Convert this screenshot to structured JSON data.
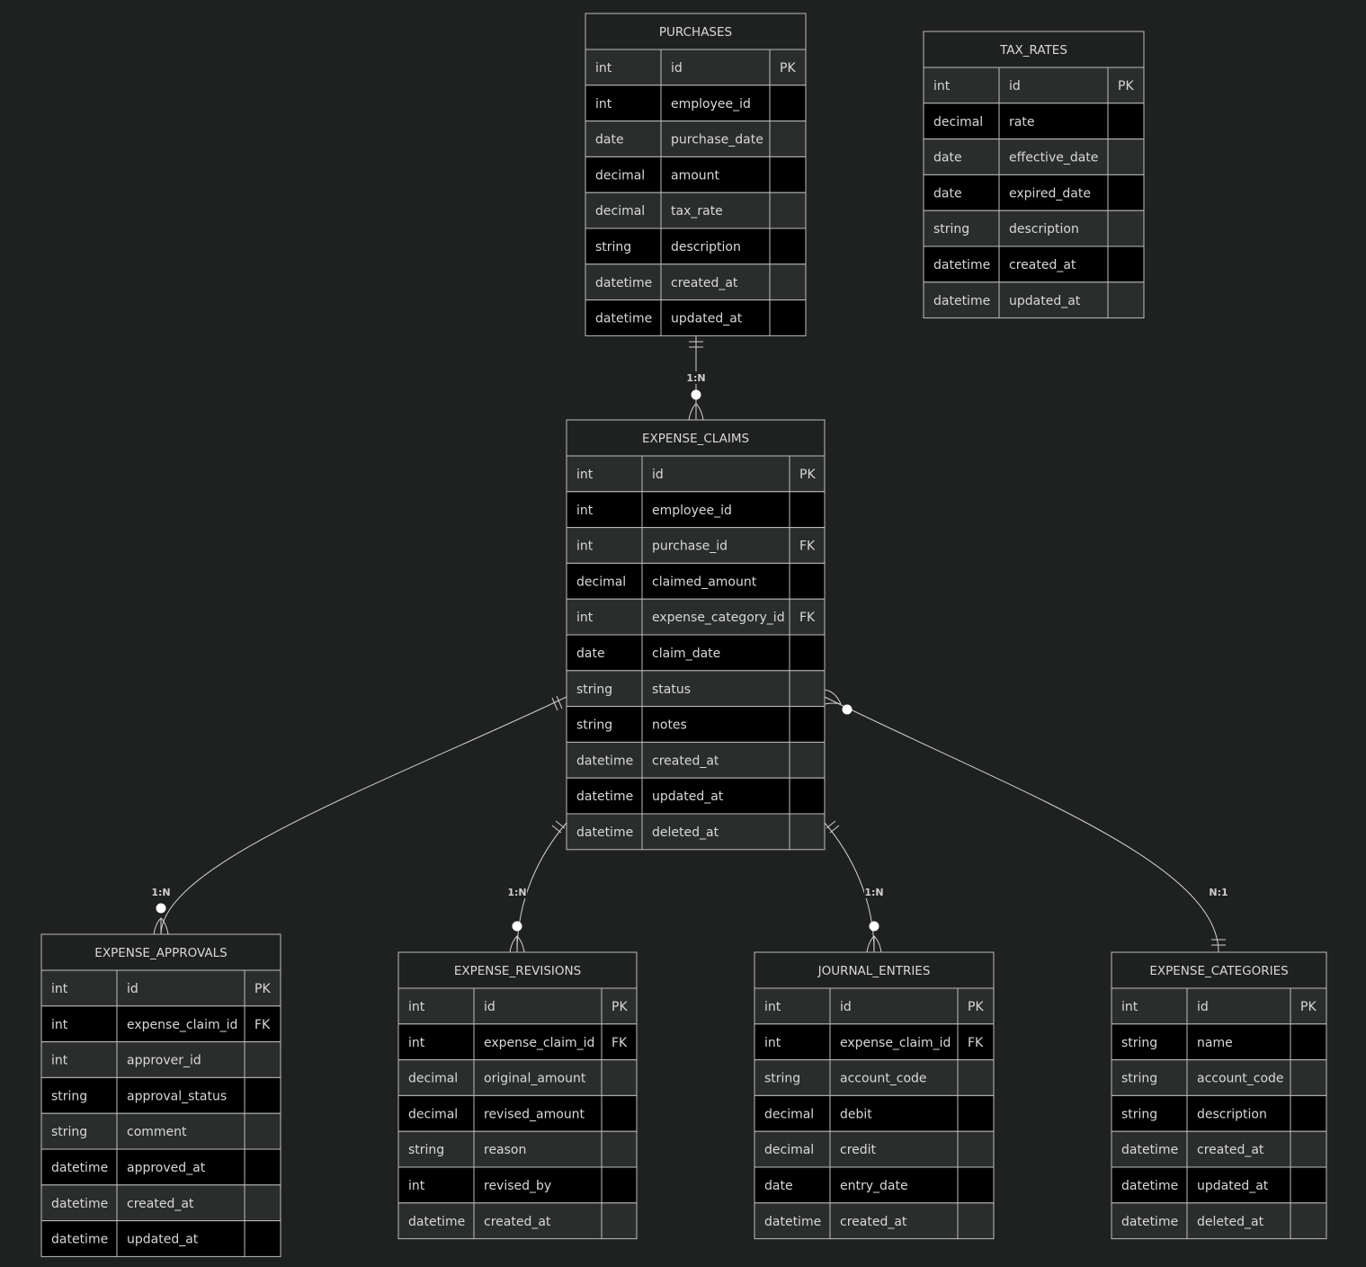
{
  "colors": {
    "background": "#1f2020",
    "row_odd": "#2b2d2d",
    "row_even": "#000000",
    "border": "#bdbdbd",
    "text": "#d8d8d8",
    "line": "#d0d0d0"
  },
  "entities": [
    {
      "name": "PURCHASES",
      "rows": [
        [
          "int",
          "id",
          "PK"
        ],
        [
          "int",
          "employee_id",
          ""
        ],
        [
          "date",
          "purchase_date",
          ""
        ],
        [
          "decimal",
          "amount",
          ""
        ],
        [
          "decimal",
          "tax_rate",
          ""
        ],
        [
          "string",
          "description",
          ""
        ],
        [
          "datetime",
          "created_at",
          ""
        ],
        [
          "datetime",
          "updated_at",
          ""
        ]
      ]
    },
    {
      "name": "TAX_RATES",
      "rows": [
        [
          "int",
          "id",
          "PK"
        ],
        [
          "decimal",
          "rate",
          ""
        ],
        [
          "date",
          "effective_date",
          ""
        ],
        [
          "date",
          "expired_date",
          ""
        ],
        [
          "string",
          "description",
          ""
        ],
        [
          "datetime",
          "created_at",
          ""
        ],
        [
          "datetime",
          "updated_at",
          ""
        ]
      ]
    },
    {
      "name": "EXPENSE_CLAIMS",
      "rows": [
        [
          "int",
          "id",
          "PK"
        ],
        [
          "int",
          "employee_id",
          ""
        ],
        [
          "int",
          "purchase_id",
          "FK"
        ],
        [
          "decimal",
          "claimed_amount",
          ""
        ],
        [
          "int",
          "expense_category_id",
          "FK"
        ],
        [
          "date",
          "claim_date",
          ""
        ],
        [
          "string",
          "status",
          ""
        ],
        [
          "string",
          "notes",
          ""
        ],
        [
          "datetime",
          "created_at",
          ""
        ],
        [
          "datetime",
          "updated_at",
          ""
        ],
        [
          "datetime",
          "deleted_at",
          ""
        ]
      ]
    },
    {
      "name": "EXPENSE_APPROVALS",
      "rows": [
        [
          "int",
          "id",
          "PK"
        ],
        [
          "int",
          "expense_claim_id",
          "FK"
        ],
        [
          "int",
          "approver_id",
          ""
        ],
        [
          "string",
          "approval_status",
          ""
        ],
        [
          "string",
          "comment",
          ""
        ],
        [
          "datetime",
          "approved_at",
          ""
        ],
        [
          "datetime",
          "created_at",
          ""
        ],
        [
          "datetime",
          "updated_at",
          ""
        ]
      ]
    },
    {
      "name": "EXPENSE_REVISIONS",
      "rows": [
        [
          "int",
          "id",
          "PK"
        ],
        [
          "int",
          "expense_claim_id",
          "FK"
        ],
        [
          "decimal",
          "original_amount",
          ""
        ],
        [
          "decimal",
          "revised_amount",
          ""
        ],
        [
          "string",
          "reason",
          ""
        ],
        [
          "int",
          "revised_by",
          ""
        ],
        [
          "datetime",
          "created_at",
          ""
        ]
      ]
    },
    {
      "name": "JOURNAL_ENTRIES",
      "rows": [
        [
          "int",
          "id",
          "PK"
        ],
        [
          "int",
          "expense_claim_id",
          "FK"
        ],
        [
          "string",
          "account_code",
          ""
        ],
        [
          "decimal",
          "debit",
          ""
        ],
        [
          "decimal",
          "credit",
          ""
        ],
        [
          "date",
          "entry_date",
          ""
        ],
        [
          "datetime",
          "created_at",
          ""
        ]
      ]
    },
    {
      "name": "EXPENSE_CATEGORIES",
      "rows": [
        [
          "int",
          "id",
          "PK"
        ],
        [
          "string",
          "name",
          ""
        ],
        [
          "string",
          "account_code",
          ""
        ],
        [
          "string",
          "description",
          ""
        ],
        [
          "datetime",
          "created_at",
          ""
        ],
        [
          "datetime",
          "updated_at",
          ""
        ],
        [
          "datetime",
          "deleted_at",
          ""
        ]
      ]
    }
  ],
  "relationships": [
    {
      "from": "PURCHASES",
      "to": "EXPENSE_CLAIMS",
      "label": "1:N"
    },
    {
      "from": "EXPENSE_CLAIMS",
      "to": "EXPENSE_APPROVALS",
      "label": "1:N"
    },
    {
      "from": "EXPENSE_CLAIMS",
      "to": "EXPENSE_REVISIONS",
      "label": "1:N"
    },
    {
      "from": "EXPENSE_CLAIMS",
      "to": "JOURNAL_ENTRIES",
      "label": "1:N"
    },
    {
      "from": "EXPENSE_CLAIMS",
      "to": "EXPENSE_CATEGORIES",
      "label": "N:1"
    }
  ]
}
